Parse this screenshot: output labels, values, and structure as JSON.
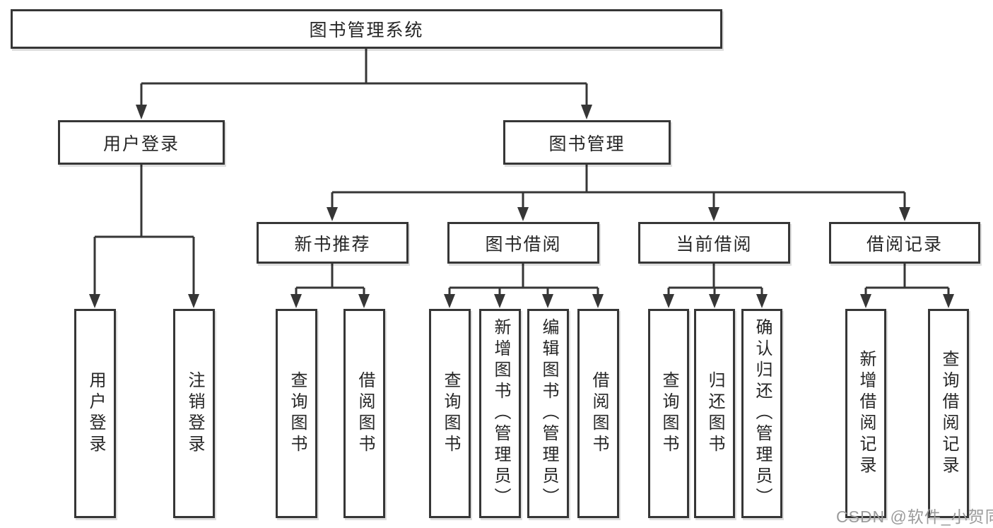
{
  "tree": {
    "label": "图书管理系统",
    "children": [
      {
        "label": "用户登录",
        "children": [
          {
            "label": "用户登录"
          },
          {
            "label": "注销登录"
          }
        ]
      },
      {
        "label": "图书管理",
        "children": [
          {
            "label": "新书推荐",
            "children": [
              {
                "label": "查询图书"
              },
              {
                "label": "借阅图书"
              }
            ]
          },
          {
            "label": "图书借阅",
            "children": [
              {
                "label": "查询图书"
              },
              {
                "label": "新增图书（管理员）"
              },
              {
                "label": "编辑图书（管理员）"
              },
              {
                "label": "借阅图书"
              }
            ]
          },
          {
            "label": "当前借阅",
            "children": [
              {
                "label": "查询图书"
              },
              {
                "label": "归还图书"
              },
              {
                "label": "确认归还（管理员）"
              }
            ]
          },
          {
            "label": "借阅记录",
            "children": [
              {
                "label": "新增借阅记录"
              },
              {
                "label": "查询借阅记录"
              }
            ]
          }
        ]
      }
    ]
  },
  "watermark": {
    "text": "CSDN @软件_小贺同学"
  },
  "colors": {
    "line": "#363636",
    "box_border": "#363636",
    "text": "#262626",
    "watermark": "#9b9b9b",
    "background": "#ffffff"
  }
}
